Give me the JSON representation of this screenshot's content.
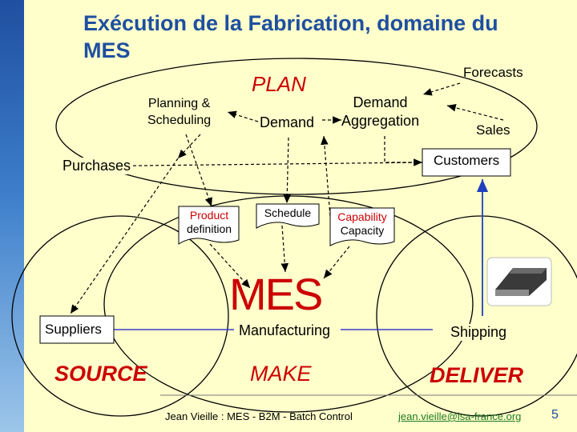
{
  "title": {
    "line1": "Exécution de la Fabrication, domaine du",
    "line2": "MES"
  },
  "labels": {
    "plan": "PLAN",
    "planning_line1": "Planning &",
    "planning_line2": "Scheduling",
    "demand": "Demand",
    "demand_agg_line1": "Demand",
    "demand_agg_line2": "Aggregation",
    "forecasts": "Forecasts",
    "sales": "Sales",
    "customers": "Customers",
    "purchases": "Purchases",
    "product_line1": "Product",
    "product_line2": "definition",
    "schedule": "Schedule",
    "capability": "Capability",
    "capacity": "Capacity",
    "mes": "MES",
    "manufacturing": "Manufacturing",
    "suppliers": "Suppliers",
    "shipping": "Shipping",
    "source": "SOURCE",
    "make": "MAKE",
    "deliver": "DELIVER"
  },
  "footer": {
    "text": "Jean Vieille : MES - B2M - Batch Control",
    "email": "jean.vieille@isa-france.org",
    "page": "5"
  },
  "colors": {
    "title": "#1e4fa0",
    "accent_red": "#cc0000",
    "background": "#ffffcc",
    "link": "#1f7a1f"
  }
}
